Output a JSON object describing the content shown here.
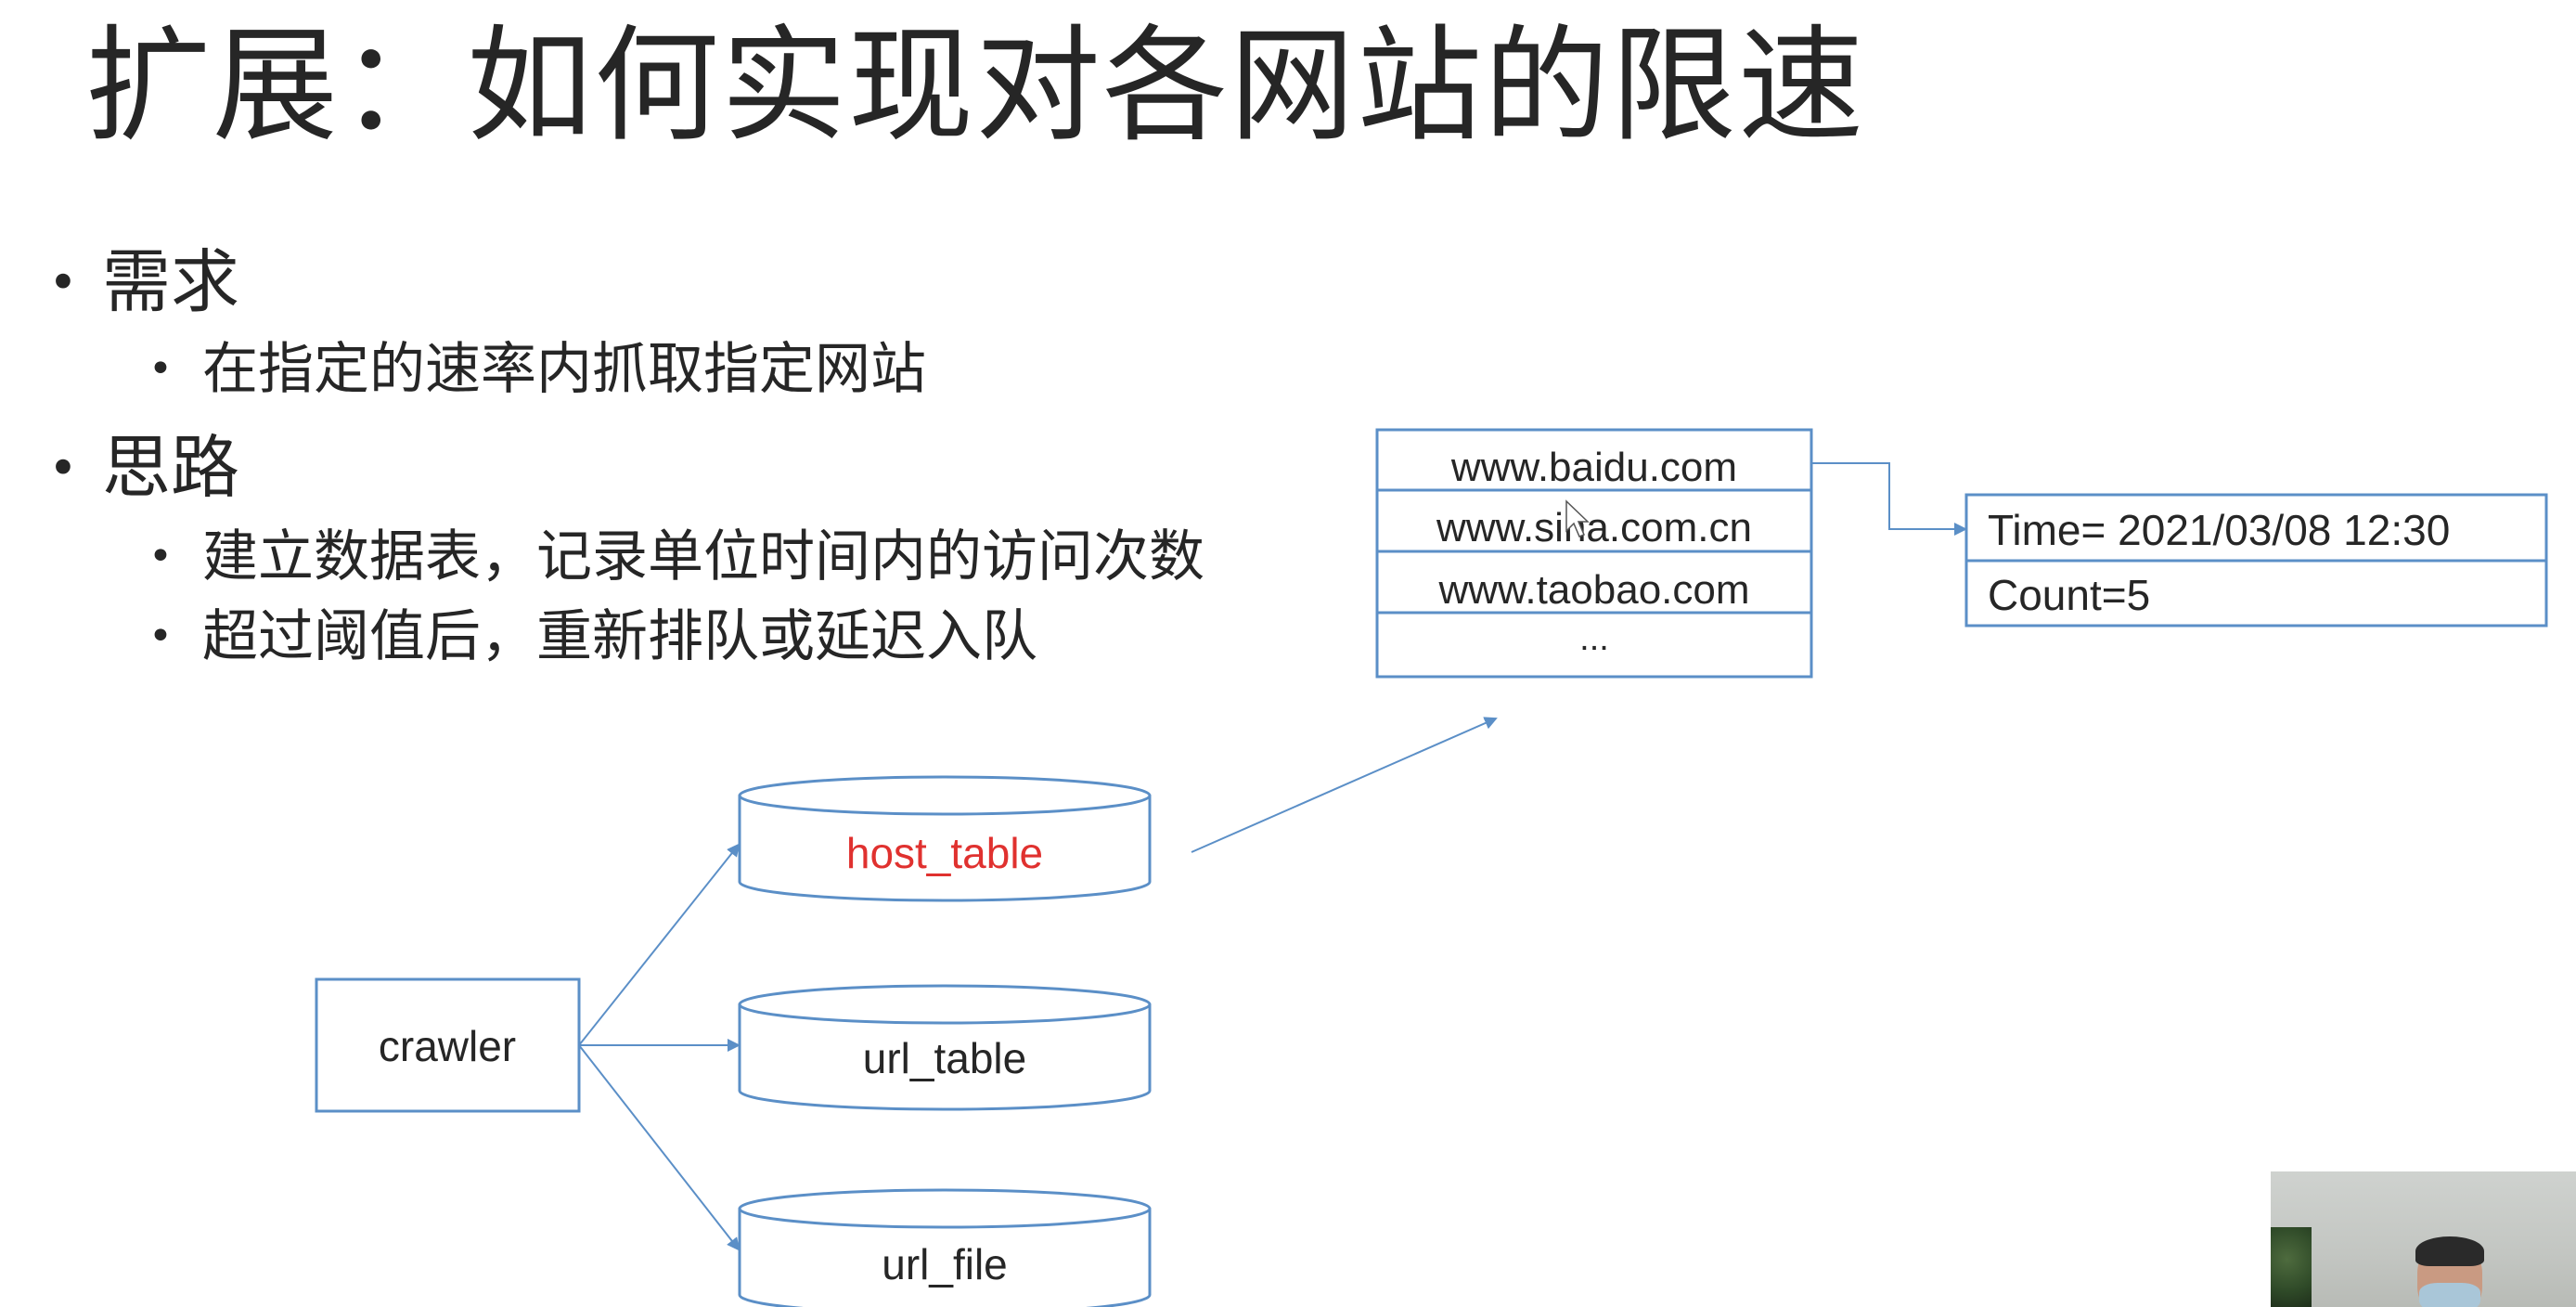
{
  "slide": {
    "title": "扩展：如何实现对各网站的限速",
    "bullets": [
      {
        "text": "需求",
        "level": 1
      },
      {
        "text": "在指定的速率内抓取指定网站",
        "level": 2
      },
      {
        "text": "思路",
        "level": 1
      },
      {
        "text": "建立数据表，记录单位时间内的访问次数",
        "level": 2
      },
      {
        "text": "超过阈值后，重新排队或延迟入队",
        "level": 2
      }
    ],
    "bullet_symbol": "•"
  },
  "diagram": {
    "crawler_label": "crawler",
    "databases": [
      {
        "label": "host_table",
        "color": "#e0312f"
      },
      {
        "label": "url_table",
        "color": "#262626"
      },
      {
        "label": "url_file",
        "color": "#262626"
      }
    ],
    "host_list": [
      "www.baidu.com",
      "www.sina.com.cn",
      "www.taobao.com",
      "..."
    ],
    "record": {
      "time": "Time= 2021/03/08 12:30",
      "count": "Count=5"
    },
    "colors": {
      "stroke": "#5b8fc7",
      "highlight": "#e0312f",
      "text": "#262626"
    }
  },
  "overlay": {
    "webcam": "presenter-webcam"
  }
}
